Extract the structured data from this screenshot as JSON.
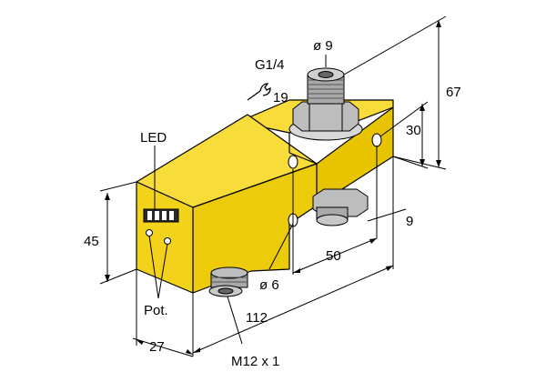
{
  "labels": {
    "led": "LED",
    "pot": "Pot.",
    "thread_top": "G1/4",
    "wrench_size": "19",
    "top_diameter": "ø 9",
    "hole_diameter": "ø 6",
    "connector": "M12 x 1"
  },
  "dimensions": {
    "height_total": "67",
    "height_hole": "30",
    "offset_small": "9",
    "hole_spacing": "50",
    "length": "112",
    "front_height": "45",
    "width": "27"
  },
  "colors": {
    "body": "#f2cf12",
    "body_dark": "#d6b300",
    "metal": "#c8c8c8",
    "metal_dark": "#7a7a7a"
  }
}
